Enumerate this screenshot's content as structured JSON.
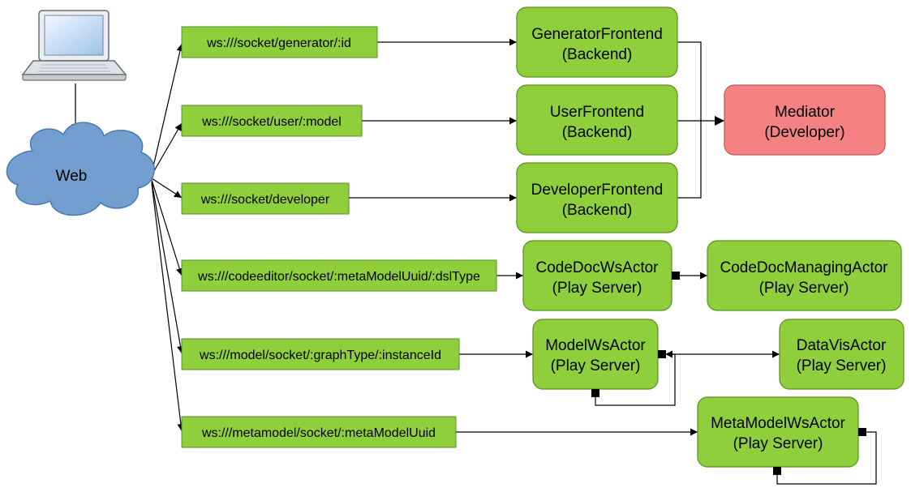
{
  "web": {
    "label": "Web"
  },
  "colors": {
    "green": "#8fcf3c",
    "red": "#f58282",
    "cloud": "#729fcf"
  },
  "icons": {
    "client": "laptop-icon",
    "network": "cloud-icon"
  },
  "routes": [
    {
      "id": "generator",
      "label": "ws:///socket/generator/:id"
    },
    {
      "id": "user",
      "label": "ws:///socket/user/:model"
    },
    {
      "id": "developer",
      "label": "ws:///socket/developer"
    },
    {
      "id": "codeeditor",
      "label": "ws:///codeeditor/socket/:metaModelUuid/:dslType"
    },
    {
      "id": "model",
      "label": "ws:///model/socket/:graphType/:instanceId"
    },
    {
      "id": "metamodel",
      "label": "ws:///metamodel/socket/:metaModelUuid"
    }
  ],
  "nodes": {
    "generator_frontend": {
      "name": "GeneratorFrontend",
      "host": "(Backend)"
    },
    "user_frontend": {
      "name": "UserFrontend",
      "host": "(Backend)"
    },
    "developer_frontend": {
      "name": "DeveloperFrontend",
      "host": "(Backend)"
    },
    "mediator": {
      "name": "Mediator",
      "host": "(Developer)"
    },
    "code_doc_ws_actor": {
      "name": "CodeDocWsActor",
      "host": "(Play Server)"
    },
    "code_doc_managing_actor": {
      "name": "CodeDocManagingActor",
      "host": "(Play Server)"
    },
    "model_ws_actor": {
      "name": "ModelWsActor",
      "host": "(Play Server)"
    },
    "data_vis_actor": {
      "name": "DataVisActor",
      "host": "(Play Server)"
    },
    "meta_model_ws_actor": {
      "name": "MetaModelWsActor",
      "host": "(Play Server)"
    }
  }
}
